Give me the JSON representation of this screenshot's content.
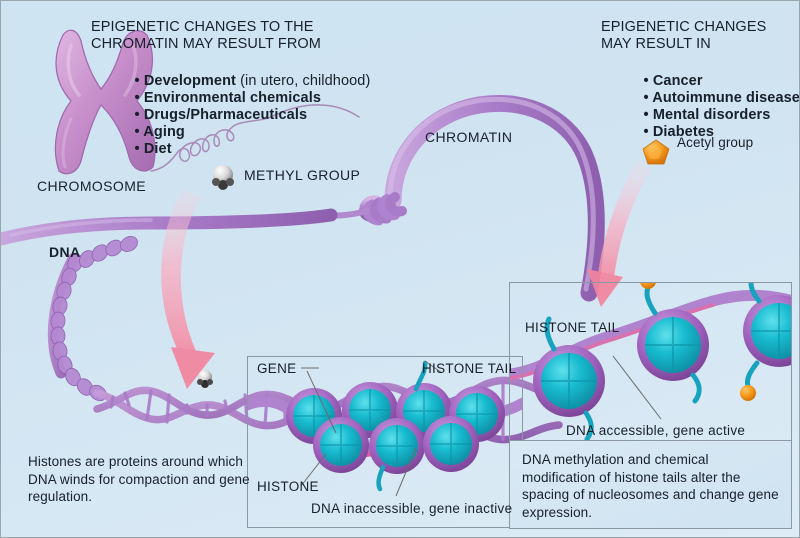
{
  "headings": {
    "left": {
      "line1": "EPIGENETIC CHANGES TO THE",
      "line2": "CHROMATIN MAY RESULT FROM",
      "bullets": [
        {
          "bold": "Development",
          "normal": " (in utero, childhood)"
        },
        {
          "bold": "Environmental chemicals",
          "normal": ""
        },
        {
          "bold": "Drugs/Pharmaceuticals",
          "normal": ""
        },
        {
          "bold": "Aging",
          "normal": ""
        },
        {
          "bold": "Diet",
          "normal": ""
        }
      ]
    },
    "right": {
      "line1": "EPIGENETIC CHANGES",
      "line2": "MAY RESULT IN",
      "bullets": [
        {
          "bold": "Cancer",
          "normal": ""
        },
        {
          "bold": "Autoimmune disease",
          "normal": ""
        },
        {
          "bold": "Mental disorders",
          "normal": ""
        },
        {
          "bold": "Diabetes",
          "normal": ""
        }
      ]
    }
  },
  "labels": {
    "chromosome": "CHROMOSOME",
    "chromatin": "CHROMATIN",
    "dna": "DNA",
    "methyl_group": "METHYL GROUP",
    "acetyl_group": "Acetyl group"
  },
  "panel_inactive": {
    "gene": "GENE",
    "histone_tail": "HISTONE TAIL",
    "histone": "HISTONE",
    "status": "DNA inaccessible, gene inactive"
  },
  "panel_active": {
    "histone_tail": "HISTONE TAIL",
    "status": "DNA accessible, gene active"
  },
  "captions": {
    "left": "Histones are proteins around which DNA winds for compaction and gene regulation.",
    "right": "DNA methylation and chemical modification of histone tails alter the spacing of nucleosomes and change gene expression."
  },
  "colors": {
    "background_top": "#cfe4f2",
    "background_bottom": "#dcebf5",
    "chromatin_purple": "#a378c0",
    "chromosome_pink": "#c58fc8",
    "nucleosome_teal": "#1ab4c8",
    "nucleosome_ring": "#9b58b8",
    "histone_tail_teal": "#1b9fb8",
    "acetyl_orange": "#f49a22",
    "methyl_grey": "#dcdcdc",
    "arrow_pink": "#f59ab0",
    "text": "#17202b",
    "panel_border": "#8b98a3"
  }
}
